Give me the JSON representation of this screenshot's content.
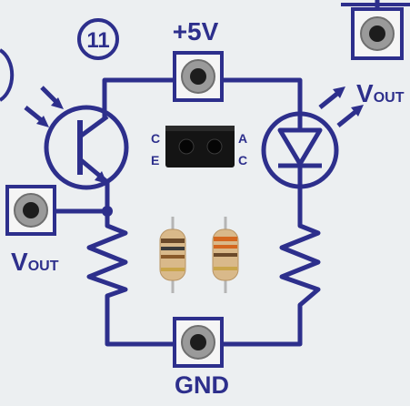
{
  "board": {
    "number_badge": "11",
    "supply_label": "+5V",
    "ground_label": "GND",
    "vout_left": {
      "main": "V",
      "sub": "OUT"
    },
    "vout_right": {
      "main": "V",
      "sub": "OUT"
    },
    "sensor_pins": {
      "c_left": "C",
      "e_left": "E",
      "a_right": "A",
      "c_right": "C"
    }
  },
  "colors": {
    "board": "#eceff1",
    "trace": "#2d2f8c",
    "sensor_body": "#141414",
    "jack_ring": "#8f8f8f",
    "jack_hole": "#1d1d1d"
  }
}
